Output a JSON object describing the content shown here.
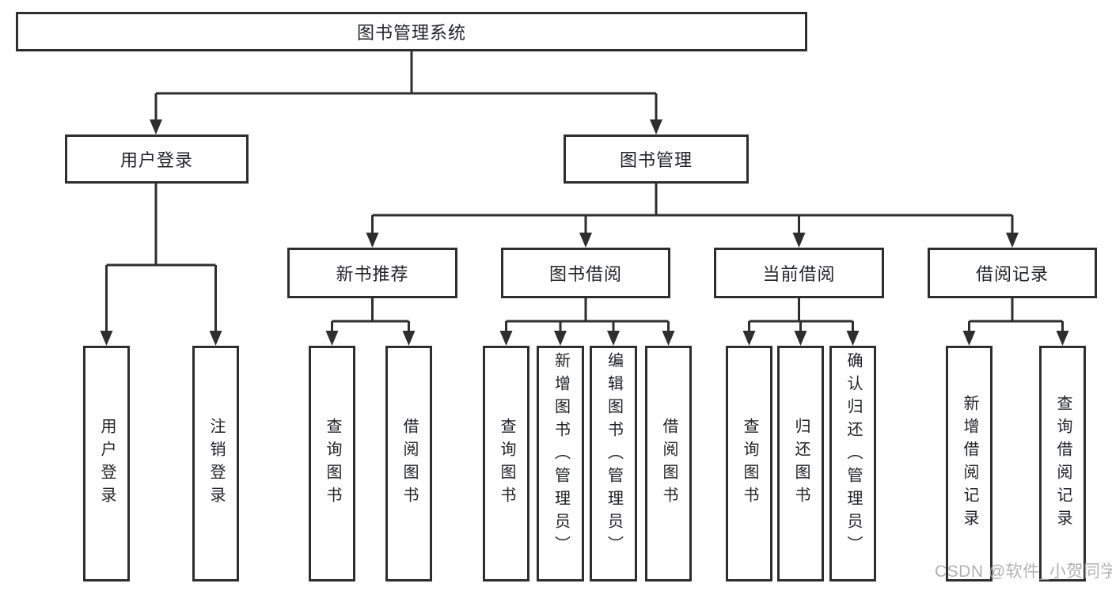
{
  "diagram": {
    "title_node": {
      "label": "图书管理系统"
    },
    "level2": [
      {
        "label": "用户登录"
      },
      {
        "label": "图书管理"
      }
    ],
    "level3": [
      {
        "label": "新书推荐"
      },
      {
        "label": "图书借阅"
      },
      {
        "label": "当前借阅"
      },
      {
        "label": "借阅记录"
      }
    ],
    "leaves": [
      {
        "label": "用户登录"
      },
      {
        "label": "注销登录"
      },
      {
        "label": "查询图书"
      },
      {
        "label": "借阅图书"
      },
      {
        "label": "查询图书"
      },
      {
        "label": "新增图书（管理员）"
      },
      {
        "label": "编辑图书（管理员）"
      },
      {
        "label": "借阅图书"
      },
      {
        "label": "查询图书"
      },
      {
        "label": "归还图书"
      },
      {
        "label": "确认归还（管理员）"
      },
      {
        "label": "新增借阅记录"
      },
      {
        "label": "查询借阅记录"
      }
    ]
  },
  "watermark": {
    "text": "CSDN @软件_小贺同学"
  },
  "colors": {
    "line": "#2e2e2e",
    "text": "#222326",
    "background": "#ffffff",
    "watermark": "#aaaaaa"
  }
}
